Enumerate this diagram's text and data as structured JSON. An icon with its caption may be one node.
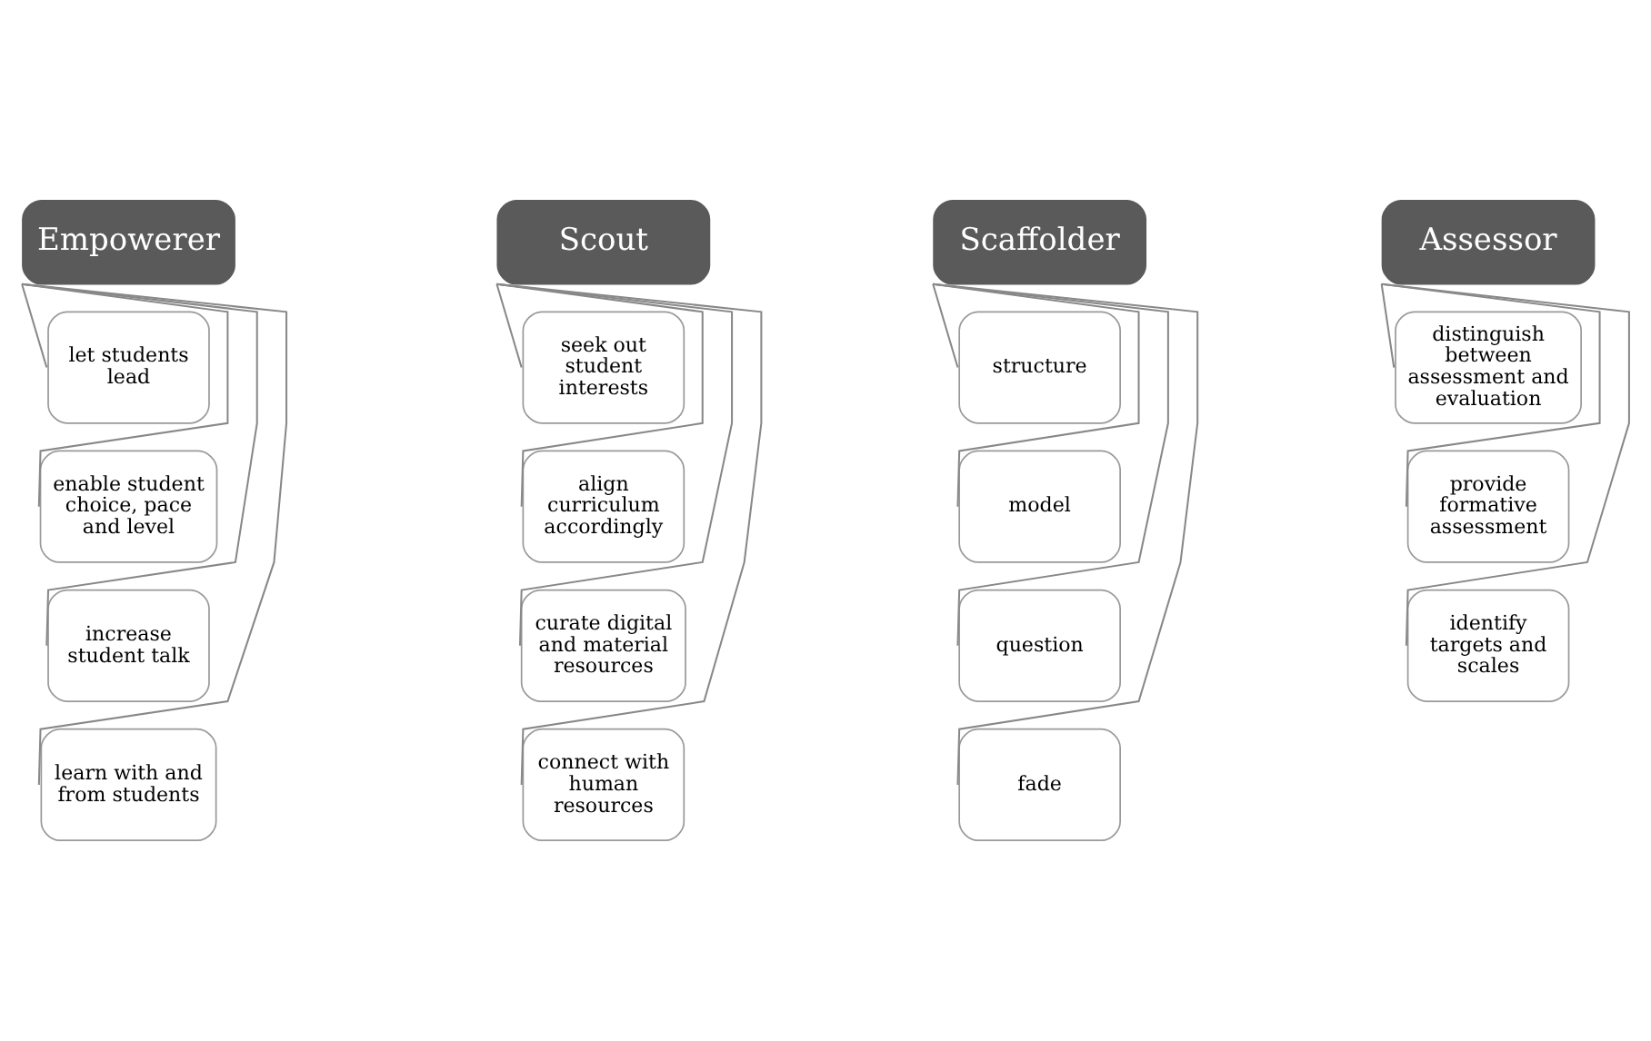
{
  "diagram": {
    "nodes": [
      {
        "text": [
          "Empowerer"
        ]
      },
      {
        "text": [
          "let students lead"
        ]
      },
      {
        "text": [
          "enable student choice, pace and level"
        ]
      },
      {
        "text": [
          "increase student talk"
        ]
      },
      {
        "text": [
          "learn with and from students"
        ]
      },
      {
        "text": [
          "Scout"
        ]
      },
      {
        "text": [
          "seek out student interests"
        ]
      },
      {
        "text": [
          "align curriculum accordingly"
        ]
      },
      {
        "text": [
          "curate digital and material resources"
        ]
      },
      {
        "text": [
          "connect with human resources"
        ]
      },
      {
        "text": [
          "Scaffolder"
        ]
      },
      {
        "text": [
          "structure"
        ]
      },
      {
        "text": [
          "model"
        ]
      },
      {
        "text": [
          "question"
        ]
      },
      {
        "text": [
          "fade"
        ]
      },
      {
        "text": [
          "Assessor"
        ]
      },
      {
        "text": [
          "distinguish between assessment and evaluation"
        ]
      },
      {
        "text": [
          "provide formative assessment"
        ]
      },
      {
        "text": [
          "identify targets and scales"
        ]
      }
    ],
    "edges": [
      {
        "from": 0,
        "to": 1,
        "arrow": "none"
      },
      {
        "from": 0,
        "to": 2,
        "arrow": "none"
      },
      {
        "from": 0,
        "to": 3,
        "arrow": "none"
      },
      {
        "from": 0,
        "to": 4,
        "arrow": "none"
      },
      {
        "from": 5,
        "to": 6,
        "arrow": "none"
      },
      {
        "from": 5,
        "to": 7,
        "arrow": "none"
      },
      {
        "from": 5,
        "to": 8,
        "arrow": "none"
      },
      {
        "from": 5,
        "to": 9,
        "arrow": "none"
      },
      {
        "from": 10,
        "to": 11,
        "arrow": "none"
      },
      {
        "from": 10,
        "to": 12,
        "arrow": "none"
      },
      {
        "from": 10,
        "to": 13,
        "arrow": "none"
      },
      {
        "from": 10,
        "to": 14,
        "arrow": "none"
      },
      {
        "from": 15,
        "to": 16,
        "arrow": "none"
      },
      {
        "from": 15,
        "to": 17,
        "arrow": "none"
      },
      {
        "from": 15,
        "to": 18,
        "arrow": "none"
      }
    ]
  }
}
